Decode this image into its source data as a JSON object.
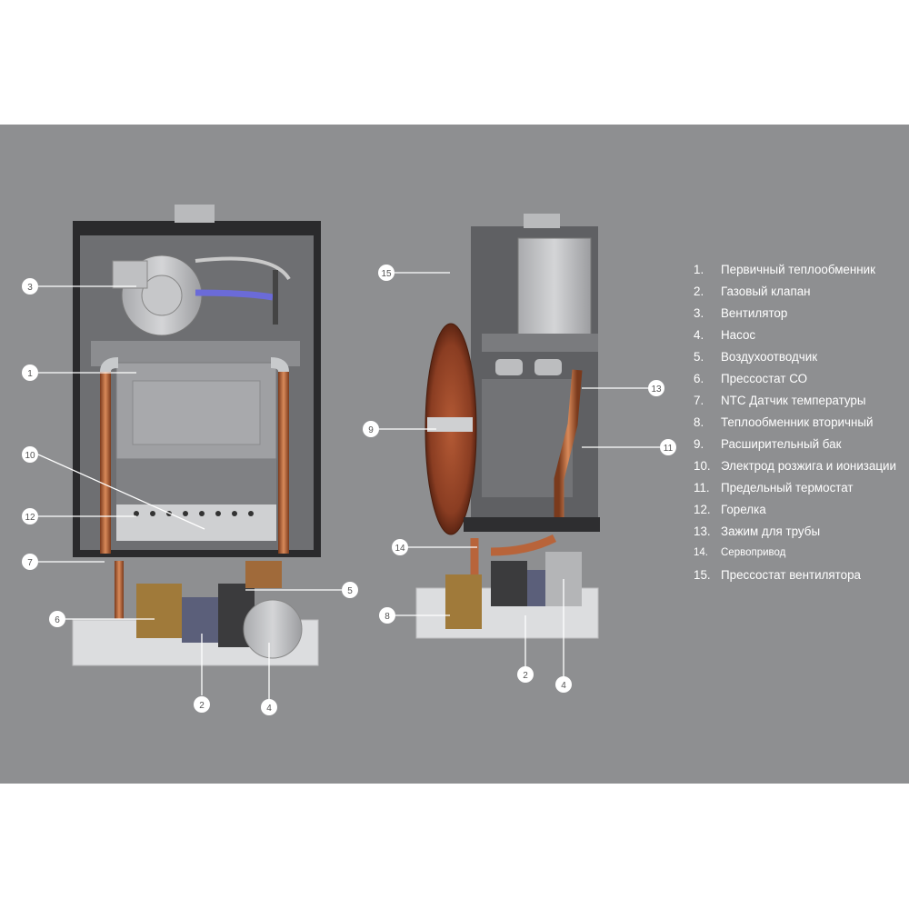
{
  "legend": [
    {
      "n": "1.",
      "label": "Первичный теплообменник"
    },
    {
      "n": "2.",
      "label": "Газовый клапан"
    },
    {
      "n": "3.",
      "label": "Вентилятор"
    },
    {
      "n": "4.",
      "label": "Насос"
    },
    {
      "n": "5.",
      "label": "Воздухоотводчик"
    },
    {
      "n": "6.",
      "label": "Прессостат СО"
    },
    {
      "n": "7.",
      "label": "NTC Датчик температуры"
    },
    {
      "n": "8.",
      "label": "Теплообменник вторичный"
    },
    {
      "n": "9.",
      "label": "Расширительный бак"
    },
    {
      "n": "10.",
      "label": "Электрод розжига и ионизации"
    },
    {
      "n": "11.",
      "label": "Предельный термостат"
    },
    {
      "n": "12.",
      "label": "Горелка"
    },
    {
      "n": "13.",
      "label": "Зажим для трубы"
    },
    {
      "n": "14.",
      "label": "Сервопривод"
    },
    {
      "n": "15.",
      "label": "Прессостат вентилятора"
    }
  ],
  "callouts": {
    "front": {
      "c1": "1",
      "c2": "2",
      "c3": "3",
      "c4": "4",
      "c5": "5",
      "c6": "6",
      "c7": "7",
      "c10": "10",
      "c12": "12"
    },
    "side": {
      "c2": "2",
      "c4": "4",
      "c8": "8",
      "c9": "9",
      "c11": "11",
      "c13": "13",
      "c14": "14",
      "c15": "15"
    }
  },
  "colors": {
    "background": "#8e8f91",
    "copper": "#b8643a",
    "frame": "#2a2a2c",
    "callout_fill": "#ffffff"
  }
}
